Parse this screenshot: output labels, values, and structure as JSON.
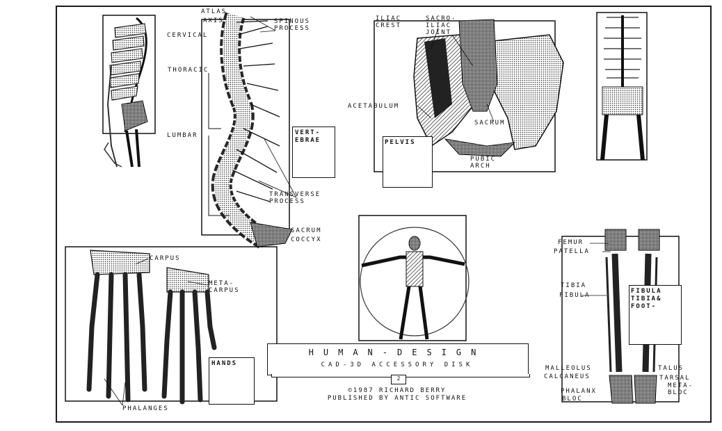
{
  "labels": {
    "atlas": "ATLAS",
    "axis": "AXIS",
    "cervical": "CERVICAL",
    "thoracic": "THORACIC",
    "lumbar": "LUMBAR",
    "spinous_process": "SPINOUS\nPROCESS",
    "transverse_process": "TRANSVERSE\nPROCESS",
    "sacrum_spine": "SACRUM",
    "coccyx": "COCCYX",
    "vertebrae_box": "VERT-\nEBRAE",
    "iliac_crest": "ILIAC\nCREST",
    "sacro_iliac_joint": "SACRO-\nILIAC\nJOINT",
    "acetabulum": "ACETABULUM",
    "sacrum_pelvis": "SACRUM",
    "pelvis_box": "PELVIS",
    "pubic_arch": "PUBIC\nARCH",
    "carpus": "CARPUS",
    "metacarpus": "META-\nCARPUS",
    "phalanges": "PHALANGES",
    "hands_box": "HANDS",
    "femur": "FEMUR",
    "patella": "PATELLA",
    "tibia": "TIBIA",
    "fibula": "FIBULA",
    "fibula_box": "FIBULA\nTIBIA&\nFOOT-",
    "malleolus": "MALLEOLUS",
    "calcaneus": "CALCANEUS",
    "phalanx": "PHALANX",
    "bloc_left": "BLOC",
    "talus": "TALUS",
    "tarsal": "TARSAL",
    "metabloc": "META-\nBLOC"
  },
  "title_panel": {
    "title": "HUMAN-DESIGN",
    "subtitle": "CAD-3D ACCESSORY DISK",
    "disk_number": "2"
  },
  "credits": {
    "copyright": "©1987 RICHARD BERRY",
    "publisher": "PUBLISHED BY ANTIC SOFTWARE"
  }
}
